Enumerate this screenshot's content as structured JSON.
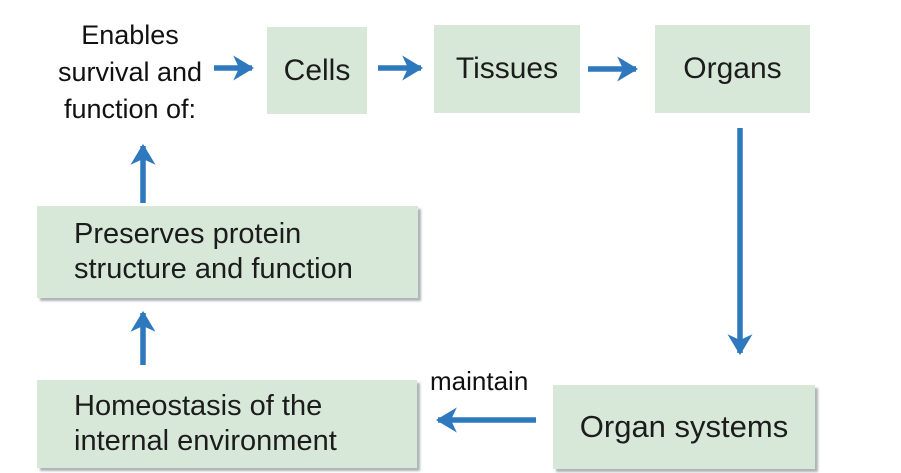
{
  "colors": {
    "box_fill": "#d7e8d9",
    "arrow": "#2e79be",
    "text": "#1c1c1c",
    "background": "#ffffff"
  },
  "diagram": {
    "enables_label": {
      "line1": "Enables",
      "line2": "survival and",
      "line3": "function of:"
    },
    "boxes": {
      "cells": "Cells",
      "tissues": "Tissues",
      "organs": "Organs",
      "organ_systems": "Organ systems",
      "preserves": {
        "line1": "Preserves protein",
        "line2": "structure and function"
      },
      "homeostasis": {
        "line1": "Homeostasis of the",
        "line2": "internal environment"
      }
    },
    "arrow_labels": {
      "maintain": "maintain"
    }
  }
}
